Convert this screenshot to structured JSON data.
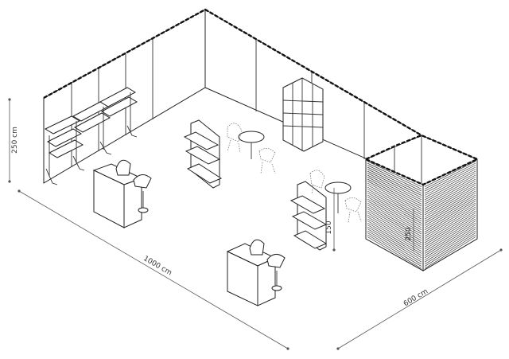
{
  "dimensions": {
    "height_label": "250 cm",
    "length_label": "1000 cm",
    "width_label": "600 cm",
    "stand_height_label": "150",
    "room_height_label": "250"
  }
}
